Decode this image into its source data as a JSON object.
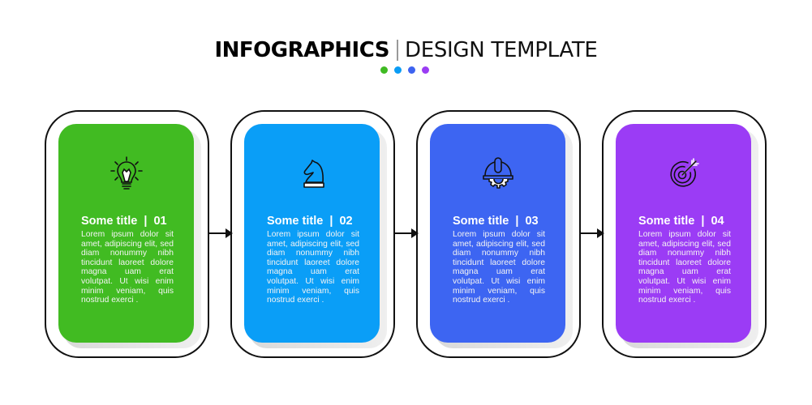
{
  "header": {
    "title_bold": "INFOGRAPHICS",
    "title_thin": "DESIGN TEMPLATE",
    "dots": [
      "#3fba22",
      "#0a9cf5",
      "#3d63f0",
      "#9a3cf3"
    ]
  },
  "steps": [
    {
      "number": "01",
      "title": "Some title  |  01",
      "icon": "lightbulb-icon",
      "color": "#41bb22",
      "text": "Lorem ipsum dolor sit amet, adipiscing elit, sed diam nonummy nibh tincidunt laoreet dolore magna uam erat volutpat. Ut wisi enim minim veniam, quis nostrud exerci ."
    },
    {
      "number": "02",
      "title": "Some title  |  02",
      "icon": "chess-knight-icon",
      "color": "#0a9ef7",
      "text": "Lorem ipsum dolor sit amet, adipiscing elit, sed diam nonummy nibh tincidunt laoreet dolore magna uam erat volutpat. Ut wisi enim minim veniam, quis nostrud exerci ."
    },
    {
      "number": "03",
      "title": "Some title  |  03",
      "icon": "hard-hat-gear-icon",
      "color": "#3d65f2",
      "text": "Lorem ipsum dolor sit amet, adipiscing elit, sed diam nonummy nibh tincidunt laoreet dolore magna uam erat volutpat. Ut wisi enim minim veniam, quis nostrud exerci ."
    },
    {
      "number": "04",
      "title": "Some title  |  04",
      "icon": "target-arrow-icon",
      "color": "#9b3cf5",
      "text": "Lorem ipsum dolor sit amet, adipiscing elit, sed diam nonummy nibh tincidunt laoreet dolore magna uam erat volutpat. Ut wisi enim minim veniam, quis nostrud exerci ."
    }
  ]
}
